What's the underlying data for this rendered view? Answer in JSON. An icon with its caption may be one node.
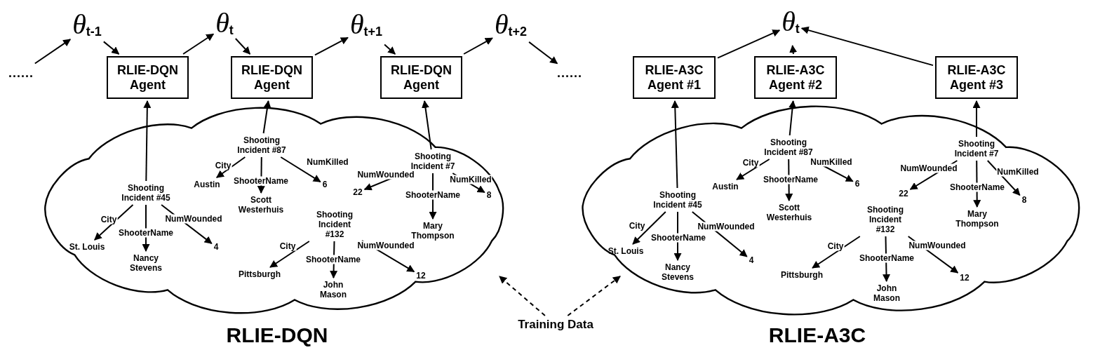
{
  "diagram": {
    "nodes": [
      {
        "text": [
          "......"
        ]
      },
      {
        "text": [
          "θ$_{t-1}$"
        ]
      },
      {
        "text": [
          "θ$_{t}$"
        ]
      },
      {
        "text": [
          "θ$_{t+1}$"
        ]
      },
      {
        "text": [
          "θ$_{t+2}$"
        ]
      },
      {
        "text": [
          "......"
        ]
      },
      {
        "text": [
          "RLIE-DQN Agent"
        ]
      },
      {
        "text": [
          "RLIE-DQN Agent"
        ]
      },
      {
        "text": [
          "RLIE-DQN Agent"
        ]
      },
      {
        "text": [],
        "shape": "cloud"
      },
      {
        "text": [
          "Shooting Incident #87"
        ],
        "in": 9
      },
      {
        "text": [
          "Austin"
        ],
        "in": 9
      },
      {
        "text": [
          "Scott Westerhuis"
        ],
        "in": 9
      },
      {
        "text": [
          "6"
        ],
        "in": 9
      },
      {
        "text": [
          "Shooting Incident #7"
        ],
        "in": 9
      },
      {
        "text": [
          "22"
        ],
        "in": 9
      },
      {
        "text": [
          "Mary Thompson"
        ],
        "in": 9
      },
      {
        "text": [
          "8"
        ],
        "in": 9
      },
      {
        "text": [
          "Shooting Incident #45"
        ],
        "in": 9
      },
      {
        "text": [
          "St. Louis"
        ],
        "in": 9
      },
      {
        "text": [
          "Nancy Stevens"
        ],
        "in": 9
      },
      {
        "text": [
          "4"
        ],
        "in": 9
      },
      {
        "text": [
          "Shooting Incident #132"
        ],
        "in": 9
      },
      {
        "text": [
          "Pittsburgh"
        ],
        "in": 9
      },
      {
        "text": [
          "John Mason"
        ],
        "in": 9
      },
      {
        "text": [
          "12"
        ],
        "in": 9
      },
      {
        "text": [
          "Training Data"
        ]
      },
      {
        "text": [
          "θ$_{t}$"
        ]
      },
      {
        "text": [
          "RLIE-A3C Agent #1"
        ]
      },
      {
        "text": [
          "RLIE-A3C Agent #2"
        ]
      },
      {
        "text": [
          "RLIE-A3C Agent #3"
        ]
      },
      {
        "text": [],
        "shape": "cloud"
      },
      {
        "text": [
          "Shooting Incident #87"
        ],
        "in": 31
      },
      {
        "text": [
          "Austin"
        ],
        "in": 31
      },
      {
        "text": [
          "Scott Westerhuis"
        ],
        "in": 31
      },
      {
        "text": [
          "6"
        ],
        "in": 31
      },
      {
        "text": [
          "Shooting Incident #7"
        ],
        "in": 31
      },
      {
        "text": [
          "22"
        ],
        "in": 31
      },
      {
        "text": [
          "Mary Thompson"
        ],
        "in": 31
      },
      {
        "text": [
          "8"
        ],
        "in": 31
      },
      {
        "text": [
          "Shooting Incident #45"
        ],
        "in": 31
      },
      {
        "text": [
          "St. Louis"
        ],
        "in": 31
      },
      {
        "text": [
          "Nancy Stevens"
        ],
        "in": 31
      },
      {
        "text": [
          "4"
        ],
        "in": 31
      },
      {
        "text": [
          "Shooting Incident #132"
        ],
        "in": 31
      },
      {
        "text": [
          "Pittsburgh"
        ],
        "in": 31
      },
      {
        "text": [
          "John Mason"
        ],
        "in": 31
      },
      {
        "text": [
          "12"
        ],
        "in": 31
      }
    ],
    "edges": [
      {
        "from": 0,
        "to": 1,
        "arrow": "to"
      },
      {
        "from": 1,
        "to": 6,
        "arrow": "to"
      },
      {
        "from": 6,
        "to": 2,
        "arrow": "to"
      },
      {
        "from": 2,
        "to": 7,
        "arrow": "to"
      },
      {
        "from": 7,
        "to": 3,
        "arrow": "to"
      },
      {
        "from": 3,
        "to": 8,
        "arrow": "to"
      },
      {
        "from": 8,
        "to": 4,
        "arrow": "to"
      },
      {
        "from": 4,
        "to": 5,
        "arrow": "to"
      },
      {
        "from": 18,
        "to": 6,
        "arrow": "to"
      },
      {
        "from": 10,
        "to": 7,
        "arrow": "to"
      },
      {
        "from": 14,
        "to": 8,
        "arrow": "to"
      },
      {
        "from": 10,
        "to": 11,
        "arrow": "to",
        "label": "City"
      },
      {
        "from": 10,
        "to": 12,
        "arrow": "to",
        "label": "ShooterName"
      },
      {
        "from": 10,
        "to": 13,
        "arrow": "to",
        "label": "NumKilled"
      },
      {
        "from": 14,
        "to": 15,
        "arrow": "to",
        "label": "NumWounded"
      },
      {
        "from": 14,
        "to": 16,
        "arrow": "to",
        "label": "ShooterName"
      },
      {
        "from": 14,
        "to": 17,
        "arrow": "to",
        "label": "NumKilled"
      },
      {
        "from": 18,
        "to": 19,
        "arrow": "to",
        "label": "City"
      },
      {
        "from": 18,
        "to": 20,
        "arrow": "to",
        "label": "ShooterName"
      },
      {
        "from": 18,
        "to": 21,
        "arrow": "to",
        "label": "NumWounded"
      },
      {
        "from": 22,
        "to": 23,
        "arrow": "to",
        "label": "City"
      },
      {
        "from": 22,
        "to": 24,
        "arrow": "to",
        "label": "ShooterName"
      },
      {
        "from": 22,
        "to": 25,
        "arrow": "to",
        "label": "NumWounded"
      },
      {
        "from": 26,
        "to": 9,
        "arrow": "to",
        "style": "dashed"
      },
      {
        "from": 26,
        "to": 31,
        "arrow": "to",
        "style": "dashed"
      },
      {
        "from": 28,
        "to": 27,
        "arrow": "to"
      },
      {
        "from": 29,
        "to": 27,
        "arrow": "to"
      },
      {
        "from": 30,
        "to": 27,
        "arrow": "to"
      },
      {
        "from": 40,
        "to": 28,
        "arrow": "to"
      },
      {
        "from": 32,
        "to": 29,
        "arrow": "to"
      },
      {
        "from": 36,
        "to": 30,
        "arrow": "to"
      },
      {
        "from": 32,
        "to": 33,
        "arrow": "to",
        "label": "City"
      },
      {
        "from": 32,
        "to": 34,
        "arrow": "to",
        "label": "ShooterName"
      },
      {
        "from": 32,
        "to": 35,
        "arrow": "to",
        "label": "NumKilled"
      },
      {
        "from": 36,
        "to": 37,
        "arrow": "to",
        "label": "NumWounded"
      },
      {
        "from": 36,
        "to": 38,
        "arrow": "to",
        "label": "ShooterName"
      },
      {
        "from": 36,
        "to": 39,
        "arrow": "to",
        "label": "NumKilled"
      },
      {
        "from": 40,
        "to": 41,
        "arrow": "to",
        "label": "City"
      },
      {
        "from": 40,
        "to": 42,
        "arrow": "to",
        "label": "ShooterName"
      },
      {
        "from": 40,
        "to": 43,
        "arrow": "to",
        "label": "NumWounded"
      },
      {
        "from": 44,
        "to": 45,
        "arrow": "to",
        "label": "City"
      },
      {
        "from": 44,
        "to": 46,
        "arrow": "to",
        "label": "ShooterName"
      },
      {
        "from": 44,
        "to": 47,
        "arrow": "to",
        "label": "NumWounded"
      }
    ],
    "labels": [
      "RLIE-DQN",
      "RLIE-A3C"
    ]
  }
}
